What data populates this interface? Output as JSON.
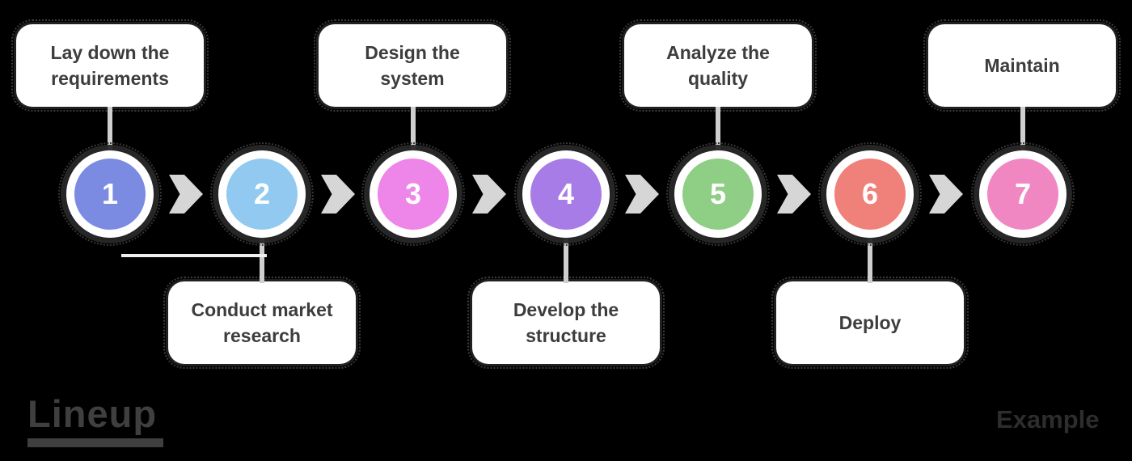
{
  "diagram": {
    "type": "process-flow",
    "background_color": "#000000",
    "box_color": "#ffffff",
    "box_text_color": "#3d3d3d",
    "connector_color": "#cfcfcf",
    "arrow_color": "#d6d6d6",
    "arrow_icon": "right-chevron-arrow"
  },
  "steps": [
    {
      "number": "1",
      "color": "#7b8be2",
      "label": "Lay down the requirements",
      "label_position": "top"
    },
    {
      "number": "2",
      "color": "#92c9f0",
      "label": "Conduct market research",
      "label_position": "bottom"
    },
    {
      "number": "3",
      "color": "#ee85e8",
      "label": "Design the system",
      "label_position": "top"
    },
    {
      "number": "4",
      "color": "#a87ce6",
      "label": "Develop the structure",
      "label_position": "bottom"
    },
    {
      "number": "5",
      "color": "#8fce85",
      "label": "Analyze the quality",
      "label_position": "top"
    },
    {
      "number": "6",
      "color": "#f0807a",
      "label": "Deploy",
      "label_position": "bottom"
    },
    {
      "number": "7",
      "color": "#f087c2",
      "label": "Maintain",
      "label_position": "top"
    }
  ],
  "footer": {
    "logo_text": "Lineup",
    "logo_color": "#3f3f3f",
    "watermark_text": "Example",
    "watermark_color": "#2d2d2d"
  }
}
